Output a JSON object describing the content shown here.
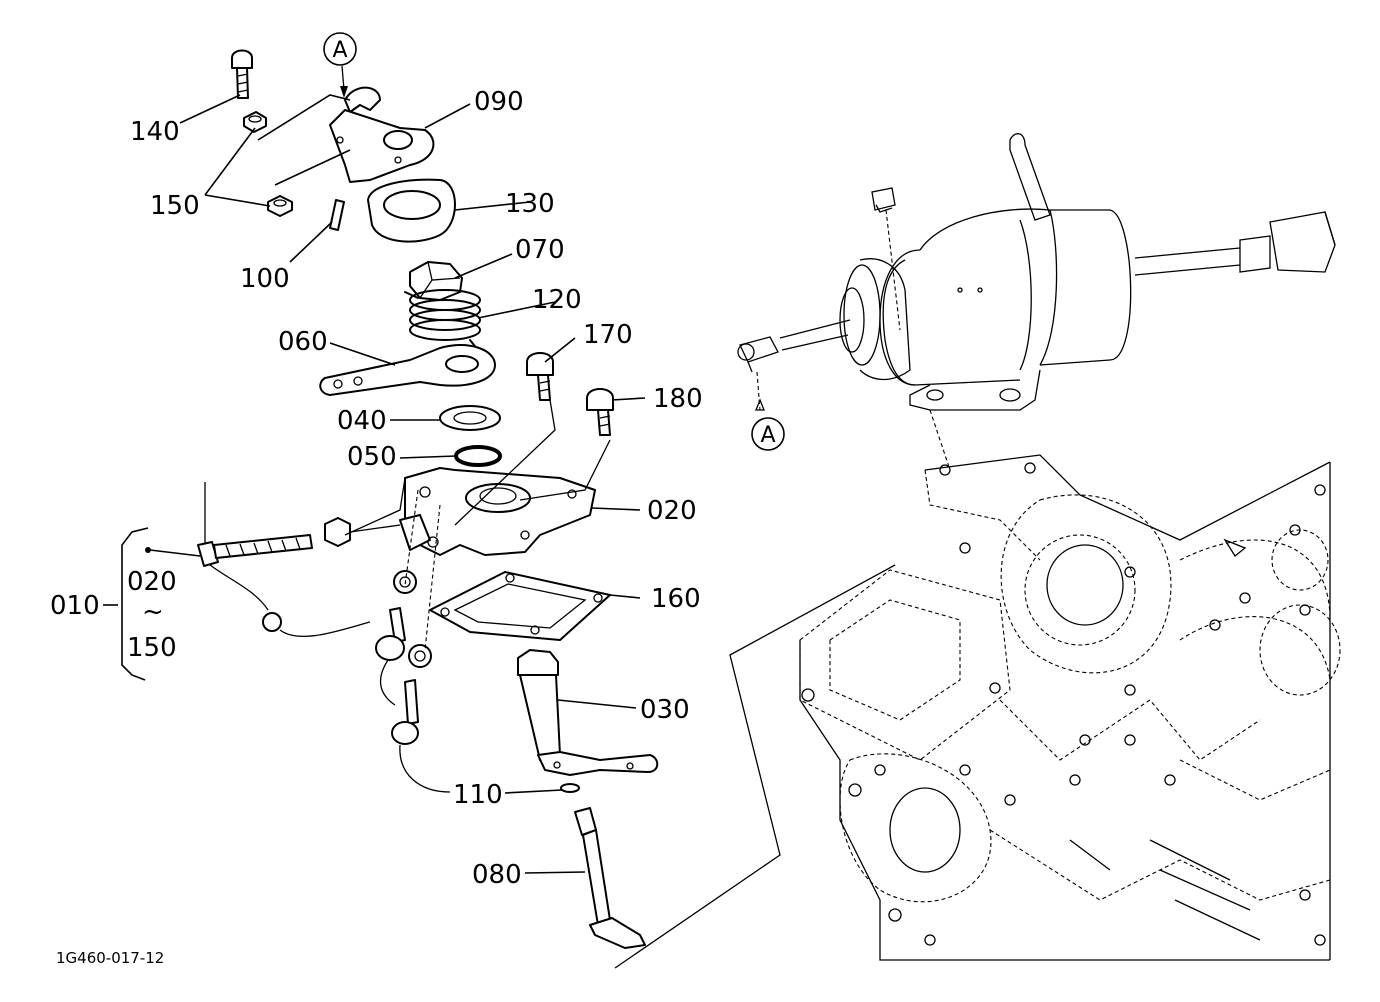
{
  "callouts": {
    "c010": "010",
    "c020": "020",
    "c020b": "020",
    "c030": "030",
    "c040": "040",
    "c050": "050",
    "c060": "060",
    "c070": "070",
    "c080": "080",
    "c090": "090",
    "c100": "100",
    "c110": "110",
    "c120": "120",
    "c130": "130",
    "c140": "140",
    "c150": "150",
    "c150b": "150",
    "c160": "160",
    "c170": "170",
    "c180": "180"
  },
  "range_mark": "~",
  "ref_marks": {
    "top": "A",
    "right": "A"
  },
  "drawing_code": "1G460-017-12"
}
